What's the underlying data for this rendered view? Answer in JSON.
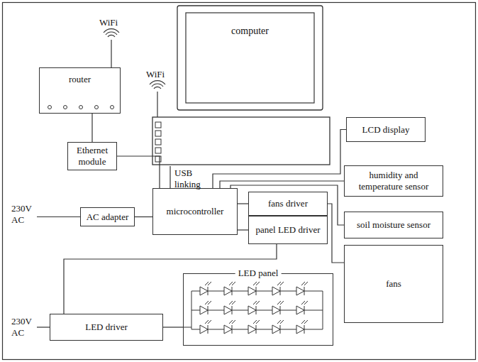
{
  "diagram": {
    "nodes": [
      {
        "text": [
          "router"
        ]
      },
      {
        "text": [
          "computer"
        ]
      },
      {
        "text": [
          "Ethernet module"
        ]
      },
      {
        "text": [
          "microcontroller"
        ]
      },
      {
        "text": [
          "AC adapter"
        ]
      },
      {
        "text": [
          "LCD display"
        ]
      },
      {
        "text": [
          "humidity and temperature sensor"
        ]
      },
      {
        "text": [
          "fans driver"
        ]
      },
      {
        "text": [
          "panel LED driver"
        ]
      },
      {
        "text": [
          "soil moisture sensor"
        ]
      },
      {
        "text": [
          "fans"
        ]
      },
      {
        "text": [
          "LED driver"
        ]
      },
      {
        "text": [
          "LED panel"
        ]
      }
    ],
    "edges": [
      {
        "from": 0,
        "to": 2,
        "arrow": "none"
      },
      {
        "from": 2,
        "to": 3,
        "arrow": "none"
      },
      {
        "from": 1,
        "to": 3,
        "label": "USB linking",
        "arrow": "none"
      },
      {
        "from": 4,
        "to": 3,
        "arrow": "none"
      },
      {
        "from": 3,
        "to": 5,
        "arrow": "none"
      },
      {
        "from": 3,
        "to": 6,
        "arrow": "none"
      },
      {
        "from": 3,
        "to": 7,
        "arrow": "none"
      },
      {
        "from": 3,
        "to": 8,
        "arrow": "none"
      },
      {
        "from": 3,
        "to": 9,
        "arrow": "none"
      },
      {
        "from": 7,
        "to": 10,
        "arrow": "none"
      },
      {
        "from": 8,
        "to": 11,
        "arrow": "none"
      },
      {
        "from": 11,
        "to": 12,
        "arrow": "none"
      }
    ],
    "labels": [
      "WiFi",
      "WiFi",
      "230V AC",
      "230V AC"
    ]
  }
}
